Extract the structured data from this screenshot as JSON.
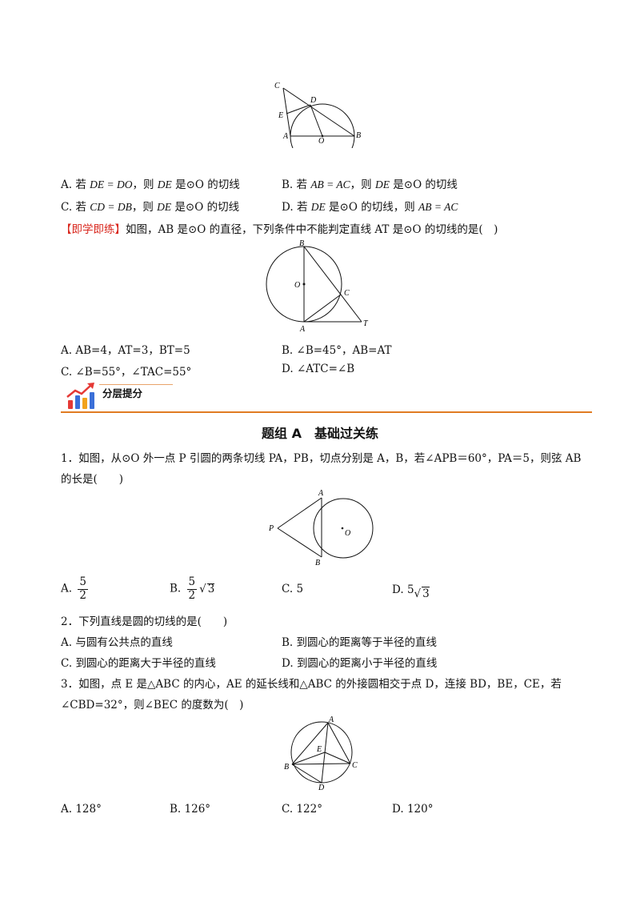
{
  "prev_question": {
    "options": {
      "A": {
        "letter": "A.",
        "pre": "若",
        "math": "DE = DO",
        "mid": "，则",
        "var": "DE",
        "post": "是⊙O 的切线"
      },
      "B": {
        "letter": "B.",
        "pre": "若",
        "math": "AB = AC",
        "mid": "，则",
        "var": "DE",
        "post": "是⊙O 的切线"
      },
      "C": {
        "letter": "C.",
        "pre": "若",
        "math": "CD = DB",
        "mid": "，则",
        "var": "DE",
        "post": "是⊙O 的切线"
      },
      "D": {
        "letter": "D.",
        "pre": "若",
        "var": "DE",
        "mid": "是⊙O 的切线，则",
        "math": "AB = AC"
      }
    },
    "figure_labels": {
      "C": "C",
      "D": "D",
      "E": "E",
      "A": "A",
      "O": "O",
      "B": "B"
    }
  },
  "practice": {
    "tag": "【即学即练】",
    "text": "如图，AB 是⊙O 的直径，下列条件中不能判定直线 AT 是⊙O 的切线的是(　)",
    "figure_labels": {
      "B": "B",
      "O": "O",
      "C": "C",
      "A": "A",
      "T": "T"
    },
    "options": {
      "A": {
        "letter": "A.",
        "text": "AB=4，AT=3，BT=5"
      },
      "B": {
        "letter": "B.",
        "text": "∠B=45°，AB=AT"
      },
      "C": {
        "letter": "C.",
        "text": "∠B=55°，∠TAC=55°"
      },
      "D": {
        "letter": "D.",
        "text": "∠ATC=∠B"
      }
    }
  },
  "section_banner": {
    "label": "分层提分",
    "colors": {
      "bar1": "#e53935",
      "bar2": "#3b6fd8",
      "bar3": "#f2a21b",
      "arrow": "#e53935"
    }
  },
  "group_title": "题组 A　基础过关练",
  "q1": {
    "line1": "1．如图，从⊙O 外一点 P 引圆的两条切线 PA，PB，切点分别是 A，B，若∠APB＝60°，PA＝5，则弦 AB",
    "line2": "的长是(　　)",
    "figure_labels": {
      "A": "A",
      "P": "P",
      "O": "O",
      "B": "B"
    },
    "options": {
      "A": {
        "letter": "A.",
        "num": "5",
        "den": "2"
      },
      "B": {
        "letter": "B.",
        "num": "5",
        "den": "2",
        "root": "3"
      },
      "C": {
        "letter": "C.",
        "text": "5"
      },
      "D": {
        "letter": "D.",
        "coef": "5",
        "root": "3"
      }
    }
  },
  "q2": {
    "stem": "2．下列直线是圆的切线的是(　　)",
    "options": {
      "A": {
        "letter": "A.",
        "text": "与圆有公共点的直线"
      },
      "B": {
        "letter": "B.",
        "text": "到圆心的距离等于半径的直线"
      },
      "C": {
        "letter": "C.",
        "text": "到圆心的距离大于半径的直线"
      },
      "D": {
        "letter": "D.",
        "text": "到圆心的距离小于半径的直线"
      }
    }
  },
  "q3": {
    "line1": "3．如图，点 E 是△ABC 的内心，AE 的延长线和△ABC 的外接圆相交于点 D，连接 BD，BE，CE，若",
    "line2": "∠CBD=32°，则∠BEC 的度数为(　)",
    "figure_labels": {
      "A": "A",
      "E": "E",
      "B": "B",
      "C": "C",
      "D": "D"
    },
    "options": {
      "A": {
        "letter": "A.",
        "text": "128°"
      },
      "B": {
        "letter": "B.",
        "text": "126°"
      },
      "C": {
        "letter": "C.",
        "text": "122°"
      },
      "D": {
        "letter": "D.",
        "text": "120°"
      }
    }
  }
}
